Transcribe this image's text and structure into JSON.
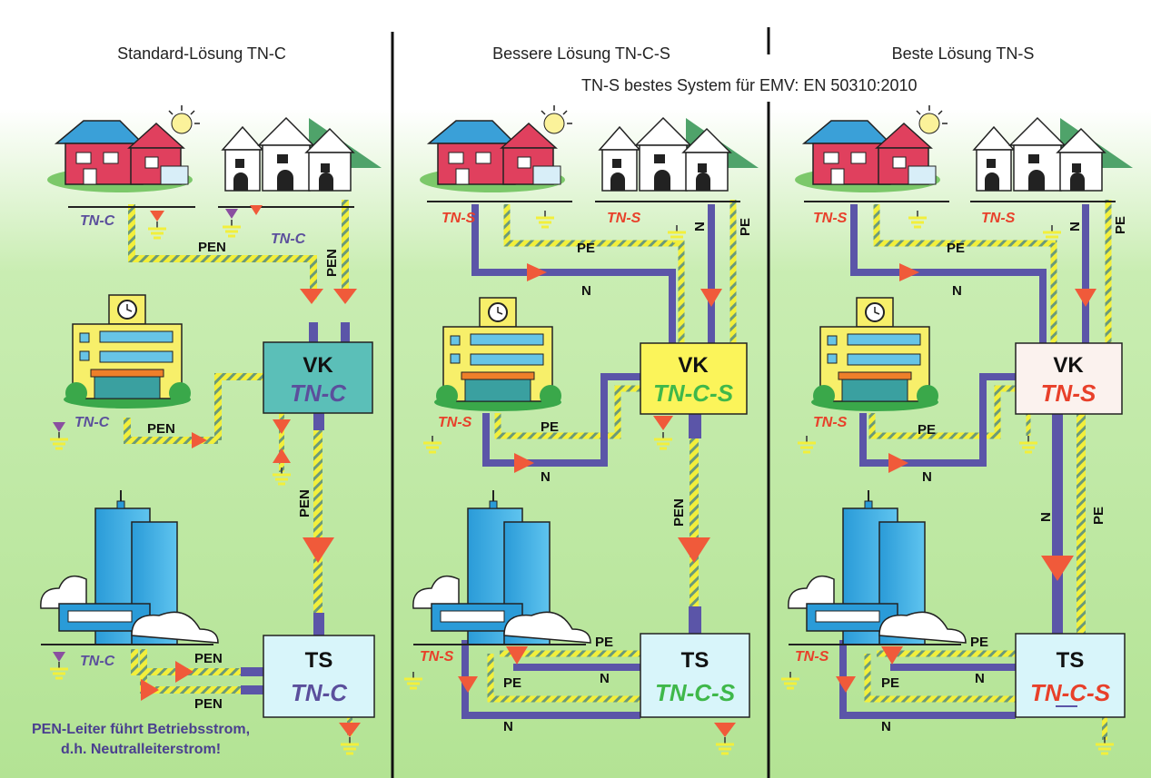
{
  "panels": [
    {
      "title": "Standard-Lösung TN-C"
    },
    {
      "title": "Bessere Lösung TN-C-S"
    },
    {
      "title": "Beste Lösung TN-S"
    }
  ],
  "subtitle": "TN-S bestes System für EMV: EN 50310:2010",
  "p1": {
    "house_a": "TN-C",
    "house_b": "TN-C",
    "school": "TN-C",
    "tower": "TN-C",
    "vk_title": "VK",
    "vk_sys": "TN-C",
    "ts_title": "TS",
    "ts_sys": "TN-C",
    "pen": "PEN",
    "note_line1": "PEN-Leiter führt Betriebsstrom,",
    "note_line2": "d.h. Neutralleiterstrom!"
  },
  "p2": {
    "house_a": "TN-S",
    "house_b": "TN-S",
    "school": "TN-S",
    "tower": "TN-S",
    "vk_title": "VK",
    "vk_sys": "TN-C-S",
    "ts_title": "TS",
    "ts_sys": "TN-C-S",
    "pe": "PE",
    "n": "N",
    "pen": "PEN"
  },
  "p3": {
    "house_a": "TN-S",
    "house_b": "TN-S",
    "school": "TN-S",
    "tower": "TN-S",
    "vk_title": "VK",
    "vk_sys": "TN-S",
    "ts_title": "TS",
    "ts_sys": "TN-C-S",
    "pe": "PE",
    "n": "N"
  },
  "colors": {
    "bg_green": "#b7e59a",
    "n_conductor": "#5b55a8",
    "pen_yellow": "#f2ef3c",
    "arrow_red": "#f05a3a",
    "tn_c_text": "#5b4f9c",
    "tn_s_text": "#e8402a",
    "tn_cs_text": "#3fb84a",
    "vk1_fill": "#5bbfb8",
    "vk2_fill": "#fbf45a",
    "vk3_fill": "#fbf2ee",
    "ts_fill": "#d8f5fa"
  }
}
